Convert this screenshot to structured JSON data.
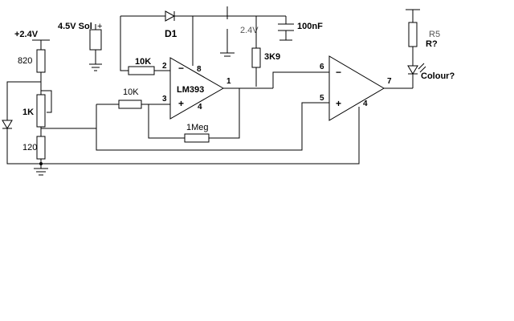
{
  "supply": {
    "plus_label": "+2.4V",
    "mid_label": "2.4V"
  },
  "solenoid": {
    "label": "4.5V Sol",
    "plus_sign": "+"
  },
  "diode": {
    "label": "D1"
  },
  "capacitor": {
    "label": "100nF"
  },
  "resistors": {
    "r820": "820",
    "pot": "1K",
    "r120": "120",
    "r10k_top": "10K",
    "r10k_bottom": "10K",
    "r1meg": "1Meg",
    "r3k9": "3K9",
    "r5_name": "R5",
    "r5_value": "R?"
  },
  "ic": {
    "label": "LM393"
  },
  "pins": {
    "p1": "1",
    "p2": "2",
    "p3": "3",
    "p4a": "4",
    "p8": "8",
    "p6": "6",
    "p5": "5",
    "p7": "7",
    "p4b": "4"
  },
  "opamp_signs": {
    "minus": "−",
    "plus": "+"
  },
  "led": {
    "label": "Colour?"
  }
}
